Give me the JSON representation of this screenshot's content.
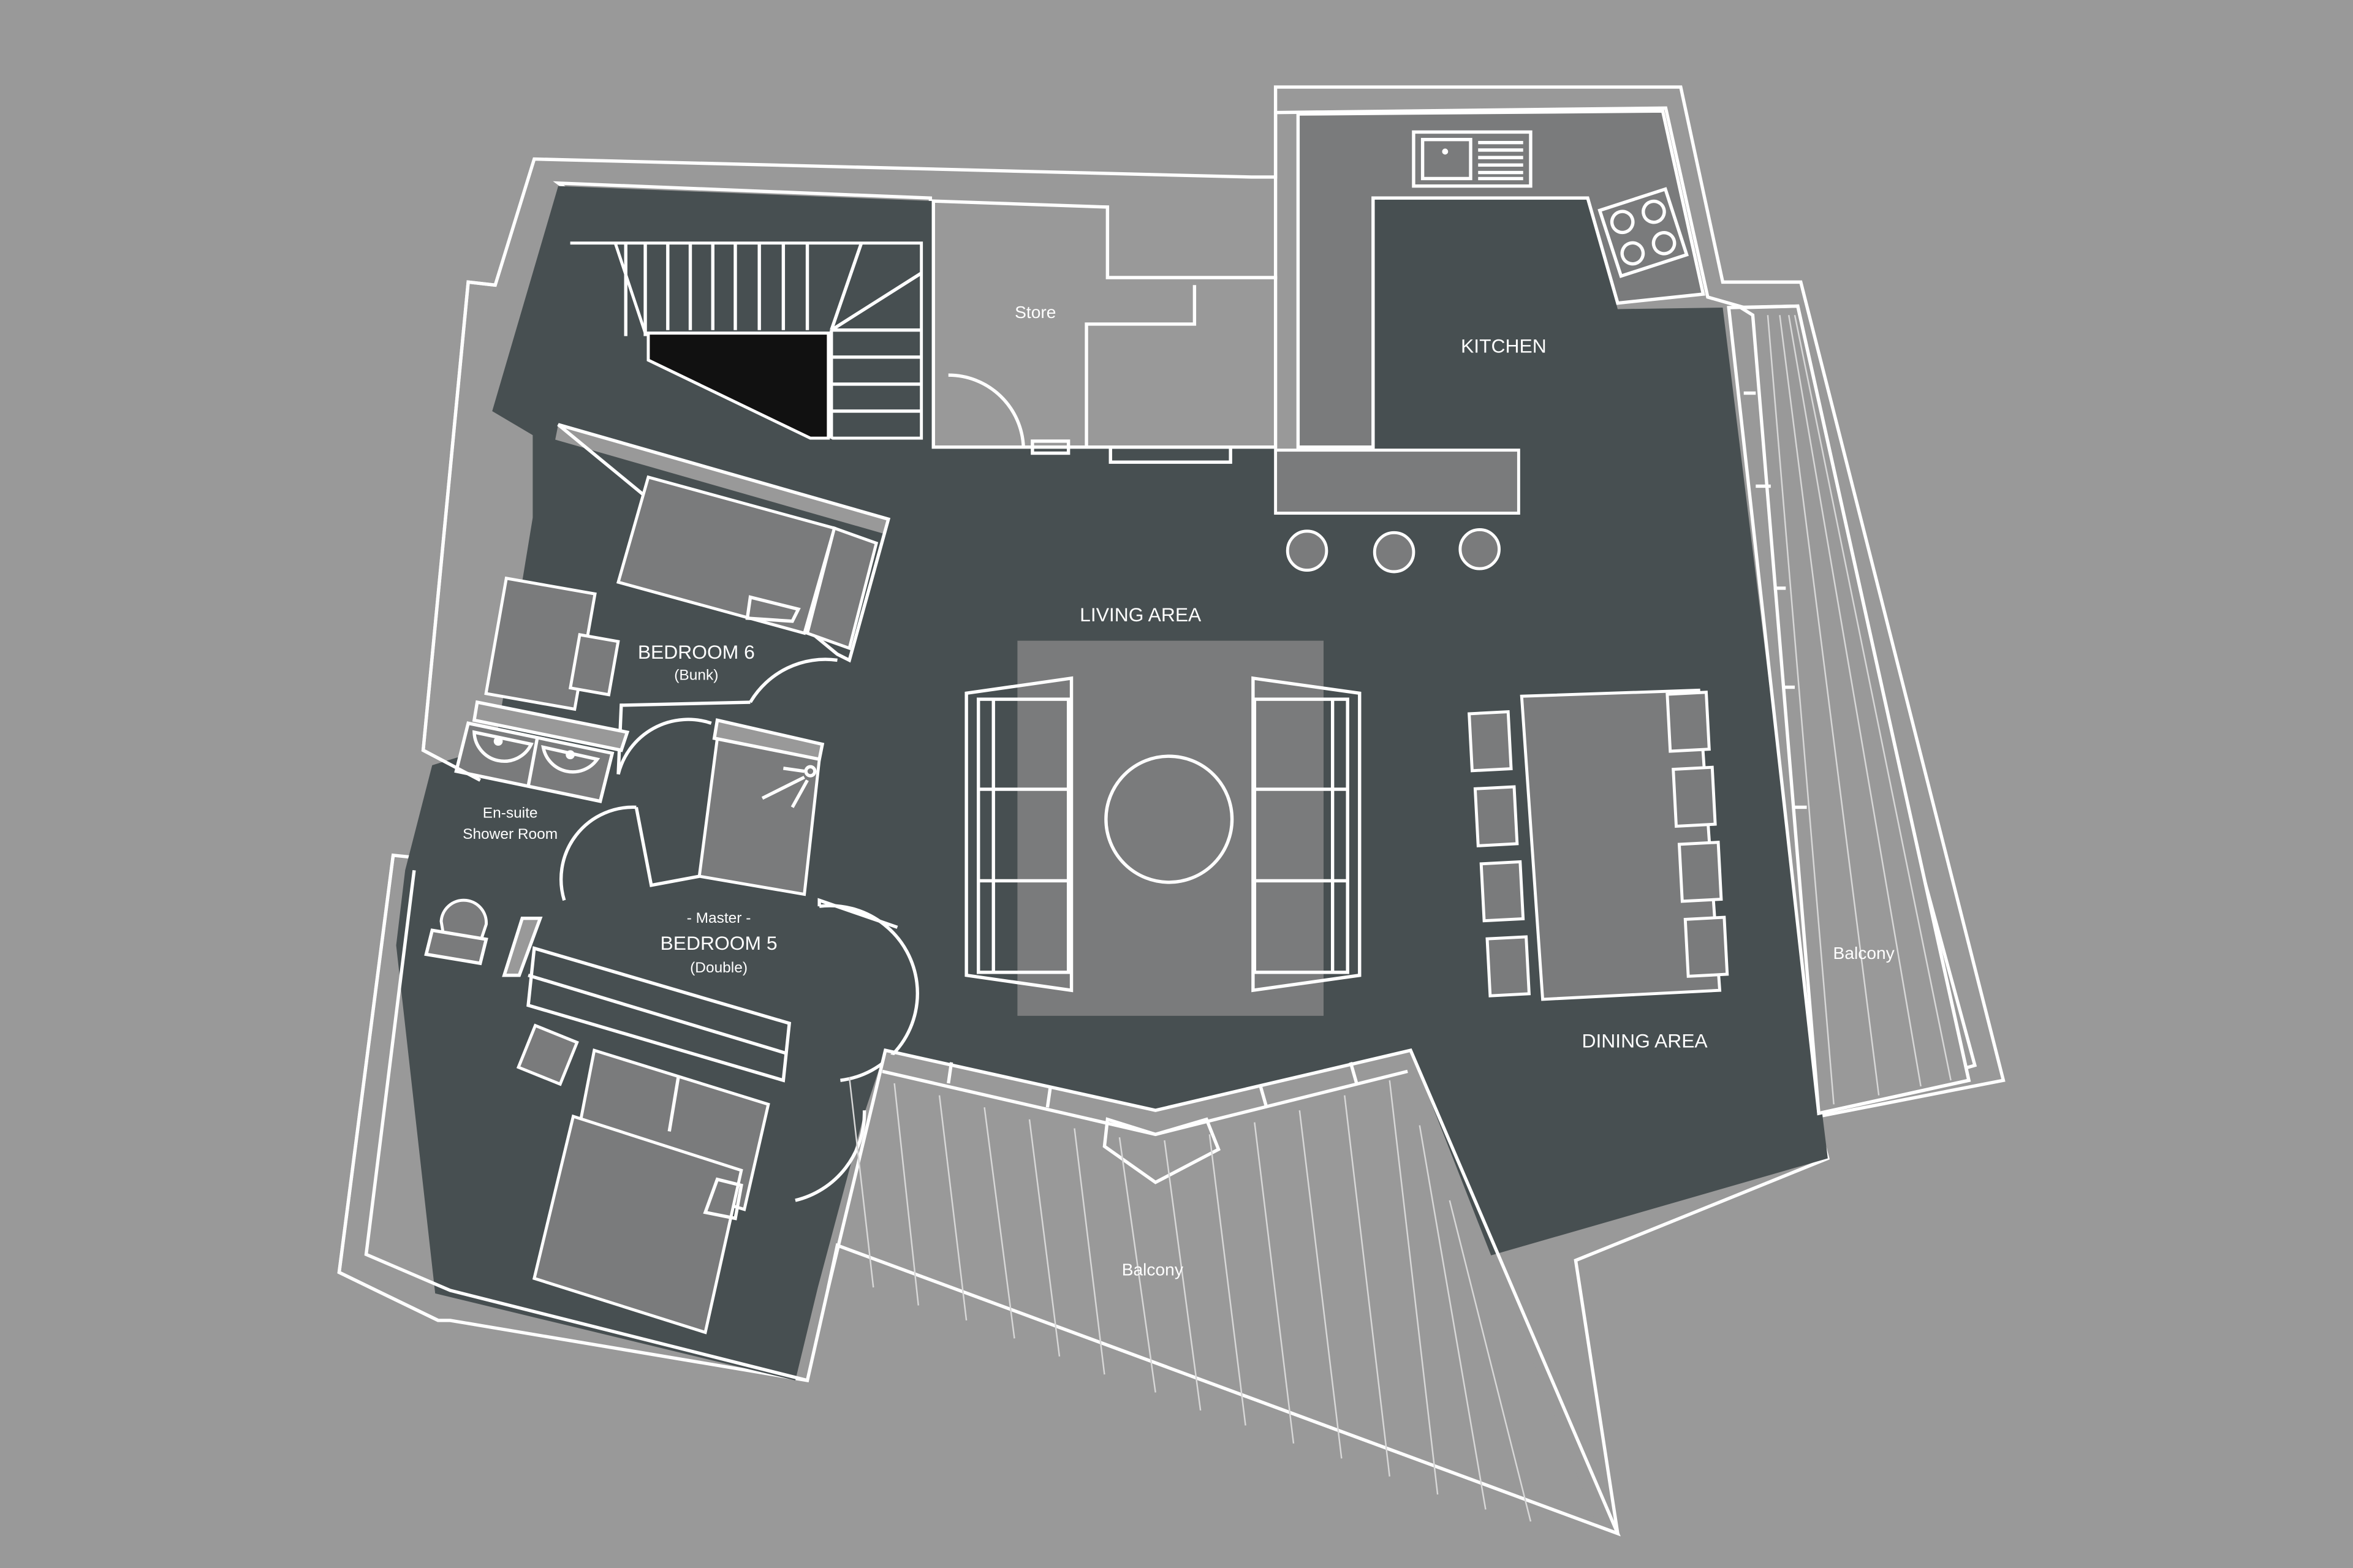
{
  "plan": {
    "background_color": "#999999",
    "interior_color": "#474f51",
    "furniture_color": "#7a7b7c",
    "line_color": "#ffffff",
    "rooms": {
      "store": {
        "label": "Store"
      },
      "kitchen": {
        "label": "KITCHEN"
      },
      "living": {
        "label": "LIVING AREA"
      },
      "dining": {
        "label": "DINING AREA"
      },
      "bedroom6": {
        "label": "BEDROOM 6",
        "sublabel": "(Bunk)"
      },
      "ensuite": {
        "label_line1": "En-suite",
        "label_line2": "Shower Room"
      },
      "bedroom5": {
        "prefix": "- Master -",
        "label": "BEDROOM 5",
        "sublabel": "(Double)"
      },
      "balcony_east": {
        "label": "Balcony"
      },
      "balcony_south": {
        "label": "Balcony"
      }
    }
  }
}
